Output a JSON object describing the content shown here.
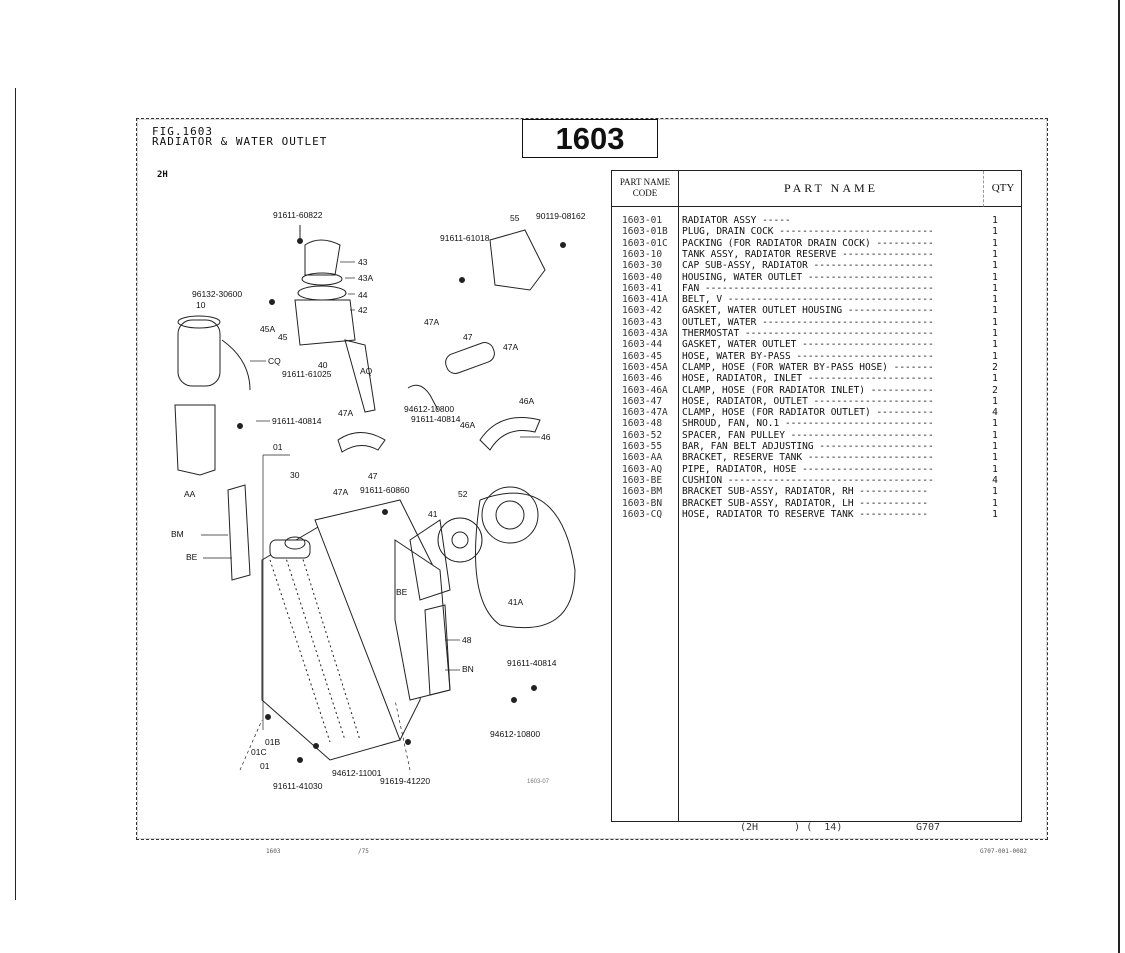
{
  "header": {
    "fig_label": "FIG.1603",
    "title": "RADIATOR & WATER OUTLET",
    "figure_number": "1603",
    "variant": "2H"
  },
  "table": {
    "headers": {
      "code": "PART NAME CODE",
      "name": "PART   NAME",
      "qty": "QTY"
    },
    "rows": [
      {
        "code": "1603-01",
        "name": "RADIATOR ASSY -----",
        "qty": "1"
      },
      {
        "code": "1603-01B",
        "name": "PLUG, DRAIN COCK ---------------------------",
        "qty": "1"
      },
      {
        "code": "1603-01C",
        "name": "PACKING (FOR RADIATOR DRAIN COCK) ----------",
        "qty": "1"
      },
      {
        "code": "1603-10",
        "name": "TANK ASSY, RADIATOR RESERVE ----------------",
        "qty": "1"
      },
      {
        "code": "1603-30",
        "name": "CAP SUB-ASSY, RADIATOR ---------------------",
        "qty": "1"
      },
      {
        "code": "1603-40",
        "name": "HOUSING, WATER OUTLET ----------------------",
        "qty": "1"
      },
      {
        "code": "1603-41",
        "name": "FAN ----------------------------------------",
        "qty": "1"
      },
      {
        "code": "1603-41A",
        "name": "BELT, V ------------------------------------",
        "qty": "1"
      },
      {
        "code": "1603-42",
        "name": "GASKET, WATER OUTLET HOUSING ---------------",
        "qty": "1"
      },
      {
        "code": "1603-43",
        "name": "OUTLET, WATER ------------------------------",
        "qty": "1"
      },
      {
        "code": "1603-43A",
        "name": "THERMOSTAT ---------------------------------",
        "qty": "1"
      },
      {
        "code": "1603-44",
        "name": "GASKET, WATER OUTLET -----------------------",
        "qty": "1"
      },
      {
        "code": "1603-45",
        "name": "HOSE, WATER BY-PASS ------------------------",
        "qty": "1"
      },
      {
        "code": "1603-45A",
        "name": "CLAMP, HOSE (FOR WATER BY-PASS HOSE) -------",
        "qty": "2"
      },
      {
        "code": "1603-46",
        "name": "HOSE, RADIATOR, INLET ----------------------",
        "qty": "1"
      },
      {
        "code": "1603-46A",
        "name": "CLAMP, HOSE (FOR RADIATOR INLET) -----------",
        "qty": "2"
      },
      {
        "code": "1603-47",
        "name": "HOSE, RADIATOR, OUTLET ---------------------",
        "qty": "1"
      },
      {
        "code": "1603-47A",
        "name": "CLAMP, HOSE (FOR RADIATOR OUTLET) ----------",
        "qty": "4"
      },
      {
        "code": "1603-48",
        "name": "SHROUD, FAN, NO.1 --------------------------",
        "qty": "1"
      },
      {
        "code": "1603-52",
        "name": "SPACER, FAN PULLEY -------------------------",
        "qty": "1"
      },
      {
        "code": "1603-55",
        "name": "BAR, FAN BELT ADJUSTING --------------------",
        "qty": "1"
      },
      {
        "code": "1603-AA",
        "name": "BRACKET, RESERVE TANK ----------------------",
        "qty": "1"
      },
      {
        "code": "1603-AQ",
        "name": "PIPE, RADIATOR, HOSE -----------------------",
        "qty": "1"
      },
      {
        "code": "1603-BE",
        "name": "CUSHION ------------------------------------",
        "qty": "4"
      },
      {
        "code": "1603-BM",
        "name": "BRACKET SUB-ASSY, RADIATOR, RH ------------",
        "qty": "1"
      },
      {
        "code": "1603-BN",
        "name": "BRACKET SUB-ASSY, RADIATOR, LH ------------",
        "qty": "1"
      },
      {
        "code": "1603-CQ",
        "name": "HOSE, RADIATOR TO RESERVE TANK ------------",
        "qty": "1"
      }
    ]
  },
  "footer": {
    "model_ref": "(2H      ) (  14)",
    "catalog_code": "G707",
    "page_left": "1603",
    "page_mid": "/75",
    "page_right": "G707-001-0082"
  },
  "diagram": {
    "callouts": [
      "91611-60822",
      "55",
      "90119-08162",
      "91611-61018",
      "43",
      "43A",
      "44",
      "42",
      "96132-30600",
      "10",
      "45A",
      "45",
      "40",
      "91611-61025",
      "CQ",
      "47A",
      "47",
      "47A",
      "AQ",
      "94612-10800",
      "91611-40814",
      "46A",
      "47A",
      "46A",
      "46",
      "91611-40814",
      "01",
      "30",
      "47",
      "47A",
      "AA",
      "91611-60860",
      "52",
      "41",
      "BM",
      "BE",
      "BE",
      "41A",
      "48",
      "BN",
      "91611-40814",
      "01B",
      "01C",
      "01",
      "94612-11001",
      "91611-41030",
      "91619-41220",
      "94612-10800",
      "1603-07"
    ]
  }
}
